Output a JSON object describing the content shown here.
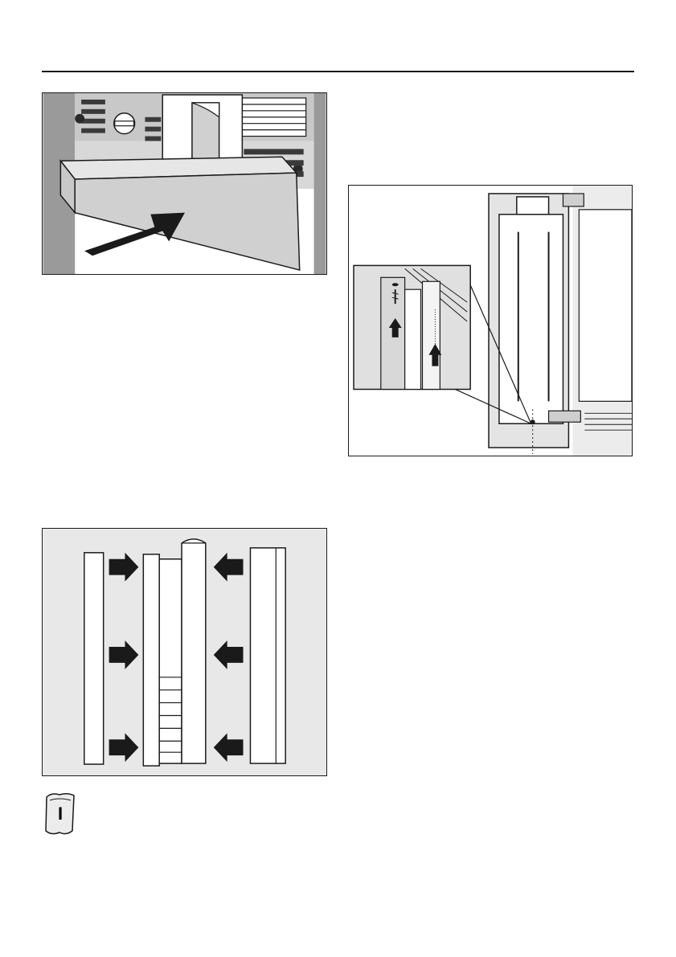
{
  "page": {
    "figures": [
      {
        "name": "plinth-fitting",
        "icons": [
          "adhesive-strip-icon",
          "push-arrow-icon",
          "screw-icon",
          "control-knob-icon"
        ]
      },
      {
        "name": "door-hinge-screw-fitting",
        "icons": [
          "screw-icon",
          "up-arrow-icon"
        ]
      },
      {
        "name": "side-trim-assembly",
        "icons": [
          "right-arrow-icon",
          "left-arrow-icon"
        ]
      }
    ],
    "parts_pack": {
      "label": "I",
      "icon": "parts-bag-icon"
    }
  },
  "colors": {
    "line": "#1a1a1a",
    "panel_gray": "#d6d6d6",
    "dark_gray": "#5a5a5a",
    "bg_light": "#e8e8e8"
  }
}
